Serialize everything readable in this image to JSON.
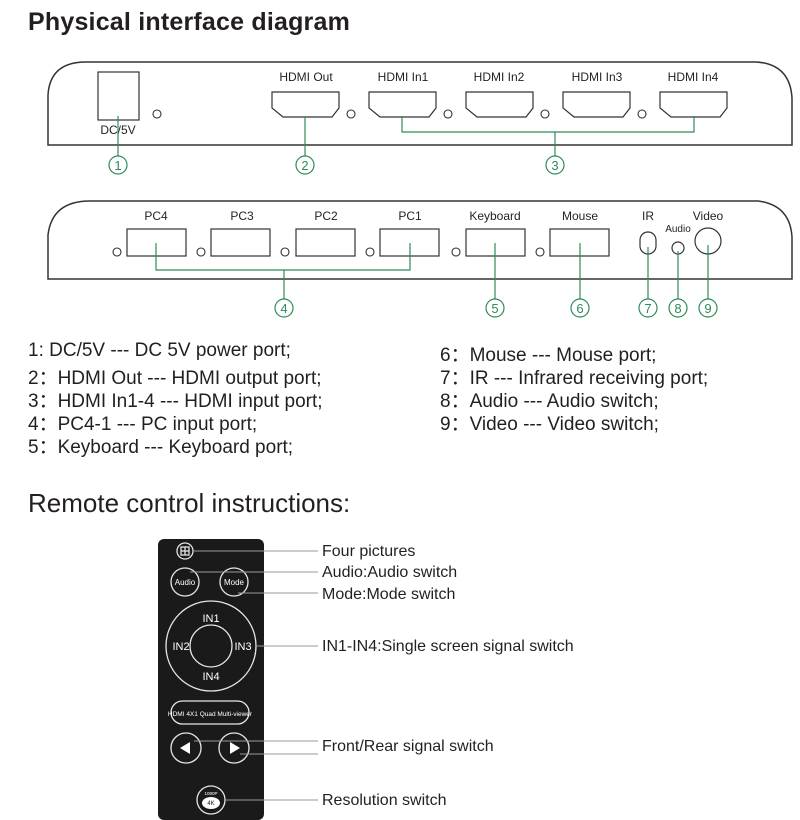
{
  "title": "Physical interface diagram",
  "front_panel": {
    "ports": [
      {
        "id": "dc5v",
        "label": "DC/5V",
        "callout": "1"
      },
      {
        "id": "hdmi-out",
        "label": "HDMI Out",
        "callout": "2"
      },
      {
        "id": "hdmi-in1",
        "label": "HDMI In1"
      },
      {
        "id": "hdmi-in2",
        "label": "HDMI In2"
      },
      {
        "id": "hdmi-in3",
        "label": "HDMI In3"
      },
      {
        "id": "hdmi-in4",
        "label": "HDMI In4"
      }
    ],
    "hdmi_in_callout": "3"
  },
  "rear_panel": {
    "ports": [
      {
        "id": "pc4",
        "label": "PC4"
      },
      {
        "id": "pc3",
        "label": "PC3"
      },
      {
        "id": "pc2",
        "label": "PC2"
      },
      {
        "id": "pc1",
        "label": "PC1"
      },
      {
        "id": "keyboard",
        "label": "Keyboard",
        "callout": "5"
      },
      {
        "id": "mouse",
        "label": "Mouse",
        "callout": "6"
      },
      {
        "id": "ir",
        "label": "IR",
        "callout": "7"
      },
      {
        "id": "audio",
        "label": "Audio",
        "callout": "8"
      },
      {
        "id": "video",
        "label": "Video",
        "callout": "9"
      }
    ],
    "pc_callout": "4"
  },
  "legend": {
    "left": [
      "1: DC/5V --- DC 5V power port;",
      "2：HDMI Out --- HDMI output port;",
      "3：HDMI In1-4 --- HDMI input port;",
      "4：PC4-1 --- PC input port;",
      "5：Keyboard --- Keyboard port;"
    ],
    "right": [
      "6：Mouse --- Mouse port;",
      "7：IR --- Infrared receiving port;",
      "8：Audio --- Audio switch;",
      "9：Video --- Video switch;"
    ]
  },
  "remote": {
    "title": "Remote control instructions:",
    "buttons": {
      "audio": "Audio",
      "mode": "Mode",
      "in1": "IN1",
      "in2": "IN2",
      "in3": "IN3",
      "in4": "IN4",
      "model": "HDMI 4X1 Quad Multi-viewer",
      "res_top": "1080P",
      "res_bottom": "4K"
    },
    "labels": {
      "four_pictures": "Four pictures",
      "audio": "Audio:Audio switch",
      "mode": "Mode:Mode switch",
      "inputs": "IN1-IN4:Single screen signal switch",
      "front_rear": "Front/Rear signal switch",
      "resolution": "Resolution switch"
    }
  },
  "colors": {
    "callout_green": "#2e8b57",
    "outline": "#333333",
    "remote_body": "#1a1a1a"
  }
}
